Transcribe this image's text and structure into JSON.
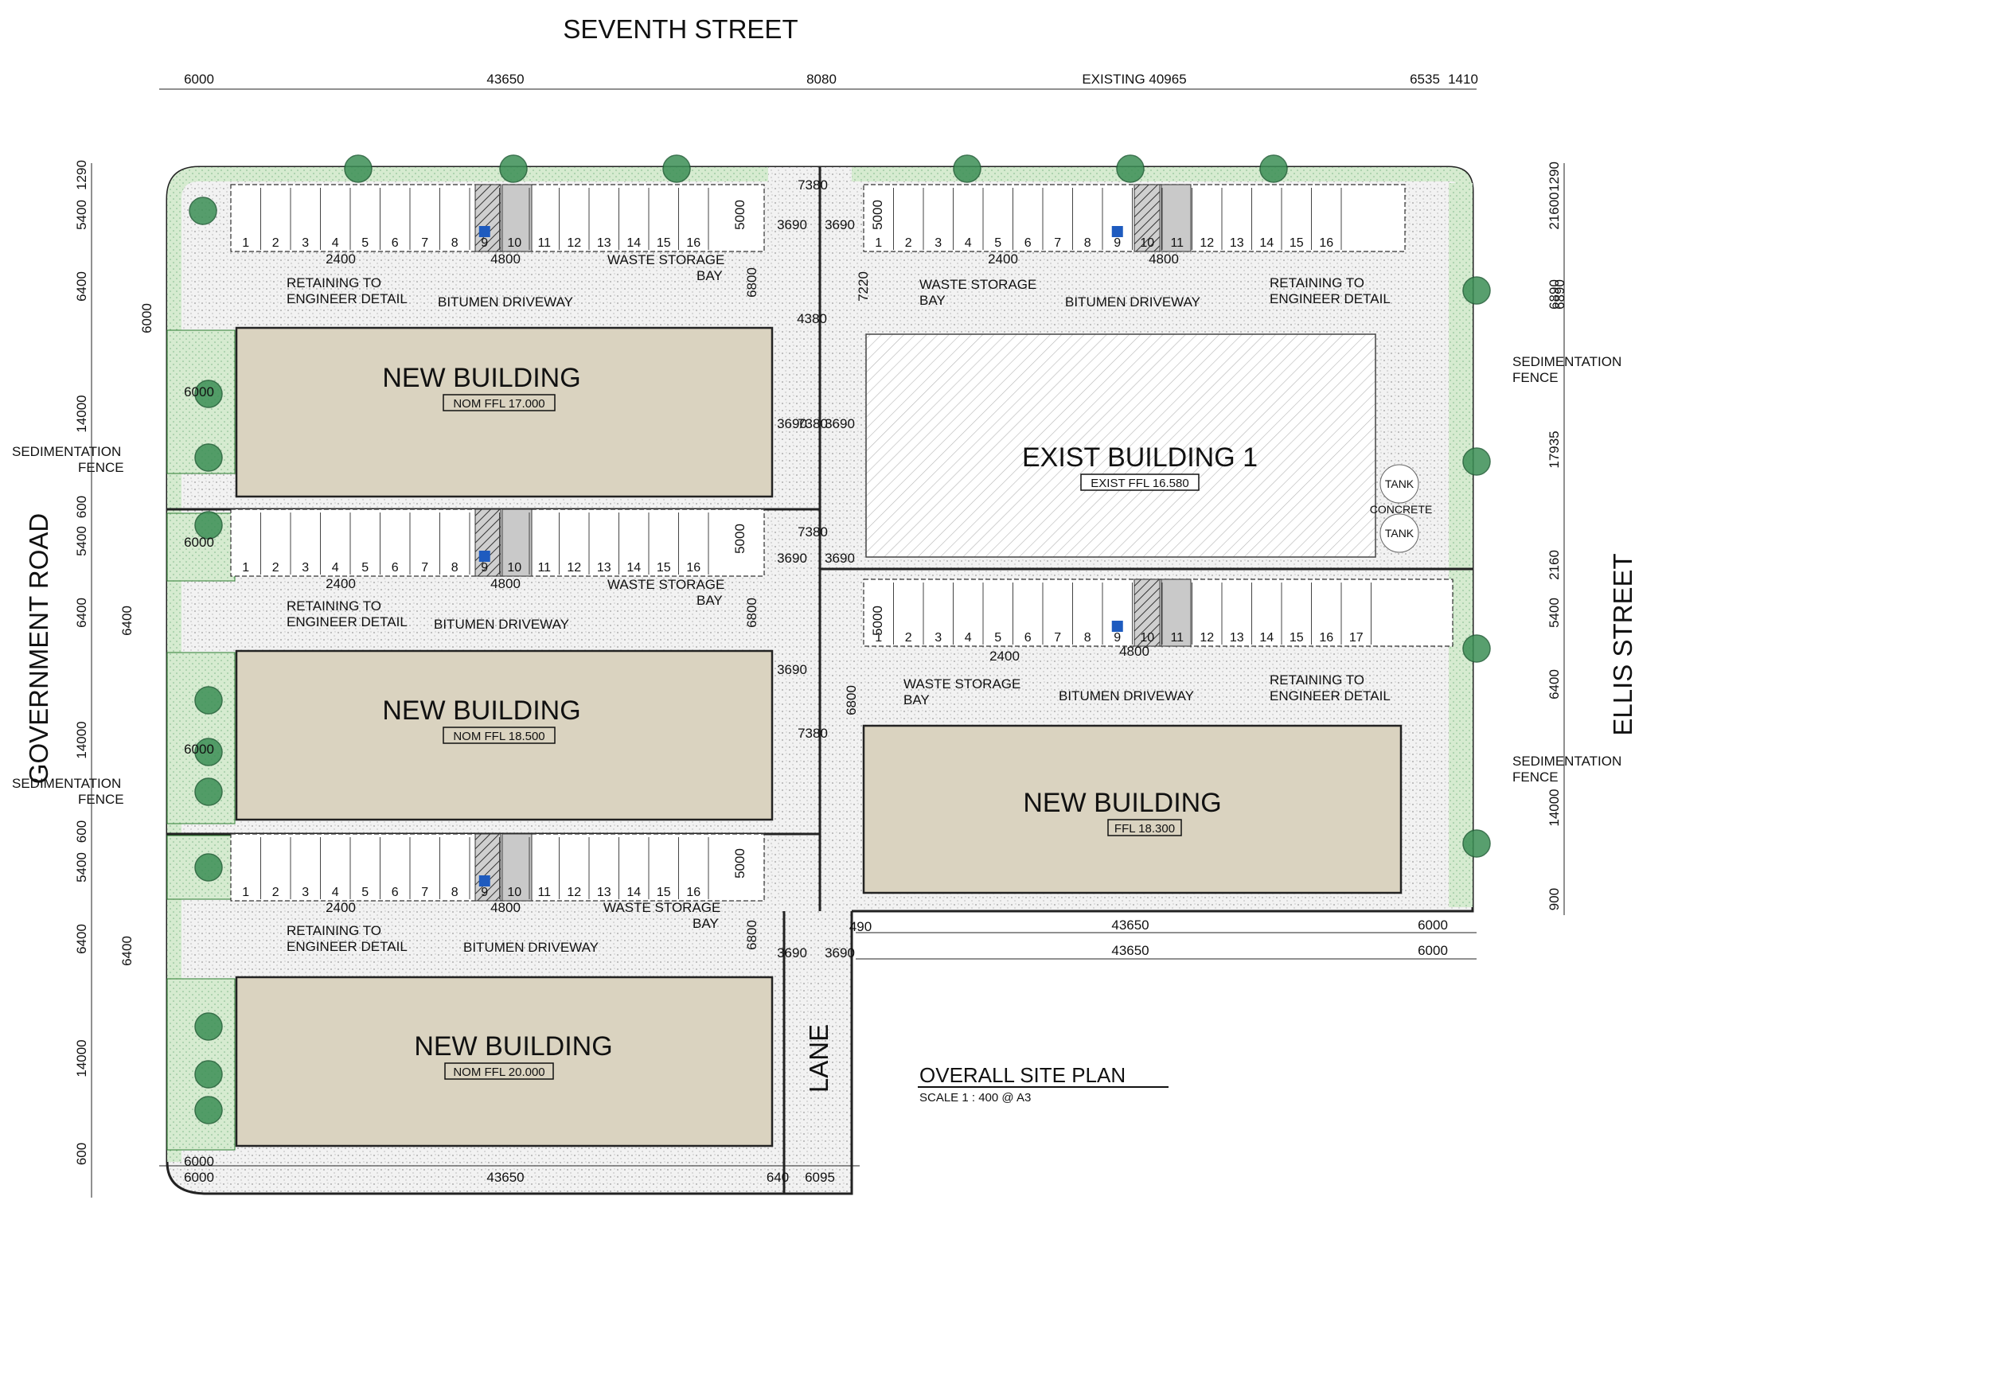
{
  "streets": {
    "seventh": "SEVENTH STREET",
    "government": "GOVERNMENT ROAD",
    "ellis": "ELLIS STREET",
    "lane": "LANE"
  },
  "title": {
    "main": "OVERALL SITE PLAN",
    "scale": "SCALE 1 : 400 @ A3"
  },
  "buildings": {
    "b1": {
      "name": "NEW BUILDING",
      "ffl": "NOM FFL 17.000"
    },
    "b2": {
      "name": "NEW BUILDING",
      "ffl": "NOM FFL 18.500"
    },
    "b3": {
      "name": "NEW BUILDING",
      "ffl": "NOM FFL 20.000"
    },
    "b4": {
      "name": "NEW BUILDING",
      "ffl": "FFL 18.300"
    },
    "exist": {
      "name": "EXIST BUILDING 1",
      "ffl": "EXIST FFL 16.580"
    }
  },
  "notes": {
    "bitumen": "BITUMEN DRIVEWAY",
    "waste_1": "WASTE STORAGE",
    "waste_2": "BAY",
    "retain_1": "RETAINING TO",
    "retain_2": "ENGINEER DETAIL",
    "sed_1": "SEDIMENTATION",
    "sed_2": "FENCE",
    "tank": "TANK",
    "concrete": "CONCRETE"
  },
  "bays": {
    "row16": [
      "1",
      "2",
      "3",
      "4",
      "5",
      "6",
      "7",
      "8",
      "9",
      "10",
      "11",
      "12",
      "13",
      "14",
      "15",
      "16"
    ],
    "row17": [
      "1",
      "2",
      "3",
      "4",
      "5",
      "6",
      "7",
      "8",
      "9",
      "10",
      "11",
      "12",
      "13",
      "14",
      "15",
      "16",
      "17"
    ]
  },
  "dims": {
    "top": [
      "6000",
      "43650",
      "8080",
      "EXISTING 40965",
      "6535",
      "1410"
    ],
    "bottom_left": [
      "6000",
      "43650",
      "640",
      "6095"
    ],
    "bottom_right": [
      "43650",
      "6000"
    ],
    "left_side": [
      "1290",
      "5400",
      "6400",
      "14000",
      "600",
      "5400",
      "6400",
      "14000",
      "600",
      "5400",
      "6400",
      "14000",
      "600"
    ],
    "right_side": [
      "1290",
      "21600",
      "6890",
      "17935",
      "2160",
      "5400",
      "6400",
      "14000",
      "900"
    ],
    "misc": {
      "d2400": "2400",
      "d4800": "4800",
      "d5000": "5000",
      "d6800": "6800",
      "d3690": "3690",
      "d7380": "7380",
      "d7220": "7220",
      "d4380": "4380",
      "d6000": "6000",
      "d6400": "6400",
      "d6890": "6890",
      "d490": "490"
    }
  },
  "colors": {
    "building_fill": "#dad3c0",
    "landscape_fill": "#d6ebd0",
    "landscape_edge": "#2e7d32",
    "tree": "#3b8f55",
    "hatch": "#9a9a9a",
    "accessible": "#1e5bbf"
  }
}
